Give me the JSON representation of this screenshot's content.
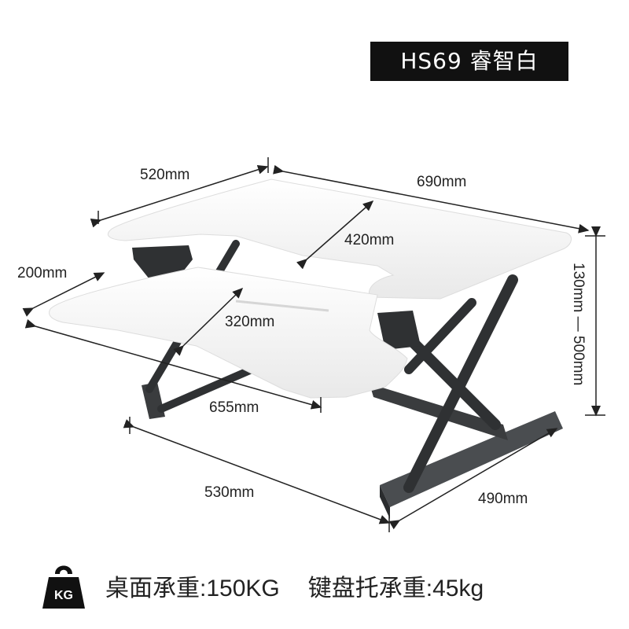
{
  "badge": {
    "title": "HS69 睿智白"
  },
  "dimensions": {
    "top_depth": "520mm",
    "top_width": "690mm",
    "cutout_depth": "420mm",
    "keyboard_depth": "200mm",
    "keyboard_inner": "320mm",
    "keyboard_width": "655mm",
    "base_width": "530mm",
    "base_depth": "490mm",
    "height_range": "130mm — 500mm"
  },
  "weight_icon": {
    "label": "KG",
    "icon": "kettlebell-weight-icon"
  },
  "load": {
    "desk": "桌面承重:150KG",
    "keyboard": "键盘托承重:45kg"
  },
  "colors": {
    "frame": "#2f3133",
    "surface": "#ffffff",
    "badge": "#111111"
  }
}
